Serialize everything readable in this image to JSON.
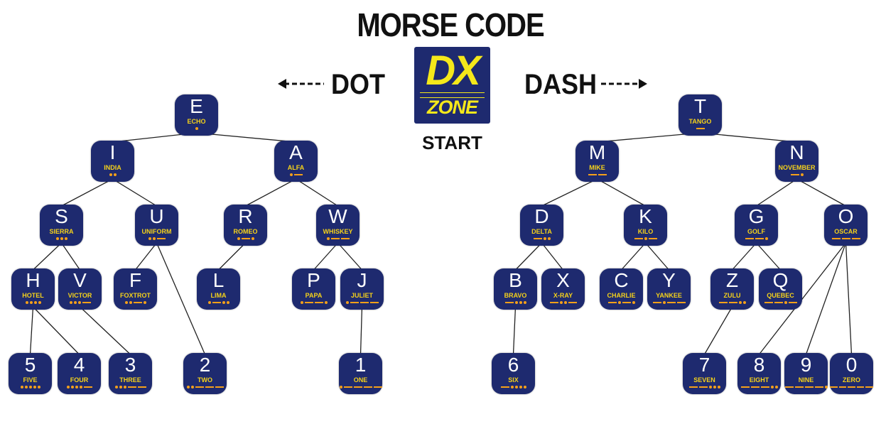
{
  "title": "MORSE CODE",
  "directions": {
    "dot": "DOT",
    "dash": "DASH"
  },
  "logo": {
    "line1": "DX",
    "line2": "ZONE",
    "brand_color": "#f5e81a"
  },
  "start_label": "START",
  "colors": {
    "node_bg": "#1e2a6f",
    "letter": "#ffffff",
    "word": "#f5d21a",
    "code": "#f5a01a",
    "edge": "#222222"
  },
  "nodes": [
    {
      "id": "E",
      "letter": "E",
      "word": "ECHO",
      "code": "."
    },
    {
      "id": "I",
      "letter": "I",
      "word": "INDIA",
      "code": ".."
    },
    {
      "id": "A",
      "letter": "A",
      "word": "ALFA",
      "code": ".-"
    },
    {
      "id": "S",
      "letter": "S",
      "word": "SIERRA",
      "code": "..."
    },
    {
      "id": "U",
      "letter": "U",
      "word": "UNIFORM",
      "code": "..-"
    },
    {
      "id": "R",
      "letter": "R",
      "word": "ROMEO",
      "code": ".-."
    },
    {
      "id": "W",
      "letter": "W",
      "word": "WHISKEY",
      "code": ".--"
    },
    {
      "id": "H",
      "letter": "H",
      "word": "HOTEL",
      "code": "...."
    },
    {
      "id": "V",
      "letter": "V",
      "word": "VICTOR",
      "code": "...-"
    },
    {
      "id": "F",
      "letter": "F",
      "word": "FOXTROT",
      "code": "..-."
    },
    {
      "id": "L",
      "letter": "L",
      "word": "LIMA",
      "code": ".-.."
    },
    {
      "id": "P",
      "letter": "P",
      "word": "PAPA",
      "code": ".--."
    },
    {
      "id": "J",
      "letter": "J",
      "word": "JULIET",
      "code": ".---"
    },
    {
      "id": "5",
      "letter": "5",
      "word": "FIVE",
      "code": "....."
    },
    {
      "id": "4",
      "letter": "4",
      "word": "FOUR",
      "code": "....-"
    },
    {
      "id": "3",
      "letter": "3",
      "word": "THREE",
      "code": "...--"
    },
    {
      "id": "2",
      "letter": "2",
      "word": "TWO",
      "code": "..---"
    },
    {
      "id": "1",
      "letter": "1",
      "word": "ONE",
      "code": ".----"
    },
    {
      "id": "T",
      "letter": "T",
      "word": "TANGO",
      "code": "-"
    },
    {
      "id": "M",
      "letter": "M",
      "word": "MIKE",
      "code": "--"
    },
    {
      "id": "N",
      "letter": "N",
      "word": "NOVEMBER",
      "code": "-."
    },
    {
      "id": "D",
      "letter": "D",
      "word": "DELTA",
      "code": "-.."
    },
    {
      "id": "K",
      "letter": "K",
      "word": "KILO",
      "code": "-.-"
    },
    {
      "id": "G",
      "letter": "G",
      "word": "GOLF",
      "code": "--."
    },
    {
      "id": "O",
      "letter": "O",
      "word": "OSCAR",
      "code": "---"
    },
    {
      "id": "B",
      "letter": "B",
      "word": "BRAVO",
      "code": "-..."
    },
    {
      "id": "X",
      "letter": "X",
      "word": "X-RAY",
      "code": "-..-"
    },
    {
      "id": "C",
      "letter": "C",
      "word": "CHARLIE",
      "code": "-.-."
    },
    {
      "id": "Y",
      "letter": "Y",
      "word": "YANKEE",
      "code": "-.--"
    },
    {
      "id": "Z",
      "letter": "Z",
      "word": "ZULU",
      "code": "--.."
    },
    {
      "id": "Q",
      "letter": "Q",
      "word": "QUEBEC",
      "code": "--.-"
    },
    {
      "id": "6",
      "letter": "6",
      "word": "SIX",
      "code": "-...."
    },
    {
      "id": "7",
      "letter": "7",
      "word": "SEVEN",
      "code": "--..."
    },
    {
      "id": "8",
      "letter": "8",
      "word": "EIGHT",
      "code": "---.."
    },
    {
      "id": "9",
      "letter": "9",
      "word": "NINE",
      "code": "----."
    },
    {
      "id": "0",
      "letter": "0",
      "word": "ZERO",
      "code": "-----"
    }
  ],
  "edges": [
    [
      "E",
      "I"
    ],
    [
      "E",
      "A"
    ],
    [
      "I",
      "S"
    ],
    [
      "I",
      "U"
    ],
    [
      "A",
      "R"
    ],
    [
      "A",
      "W"
    ],
    [
      "S",
      "H"
    ],
    [
      "S",
      "V"
    ],
    [
      "U",
      "F"
    ],
    [
      "U",
      "2"
    ],
    [
      "R",
      "L"
    ],
    [
      "W",
      "P"
    ],
    [
      "W",
      "J"
    ],
    [
      "H",
      "5"
    ],
    [
      "H",
      "4"
    ],
    [
      "V",
      "3"
    ],
    [
      "J",
      "1"
    ],
    [
      "T",
      "M"
    ],
    [
      "T",
      "N"
    ],
    [
      "M",
      "D"
    ],
    [
      "M",
      "K"
    ],
    [
      "N",
      "G"
    ],
    [
      "N",
      "O"
    ],
    [
      "D",
      "B"
    ],
    [
      "D",
      "X"
    ],
    [
      "K",
      "C"
    ],
    [
      "K",
      "Y"
    ],
    [
      "G",
      "Z"
    ],
    [
      "G",
      "Q"
    ],
    [
      "O",
      "8"
    ],
    [
      "O",
      "9"
    ],
    [
      "O",
      "0"
    ],
    [
      "B",
      "6"
    ],
    [
      "Z",
      "7"
    ]
  ]
}
